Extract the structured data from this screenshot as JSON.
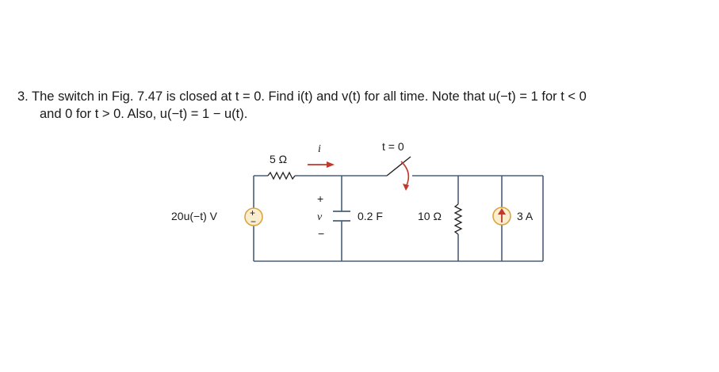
{
  "problem": {
    "line1": "3. The switch in Fig. 7.47 is closed at t = 0. Find i(t) and v(t) for all time. Note that u(−t) = 1 for t < 0",
    "line2": "and 0 for t > 0. Also, u(−t) = 1 − u(t)."
  },
  "circuit": {
    "source_voltage_label": "20u(−t) V",
    "source_plus": "+",
    "source_minus": "−",
    "resistor1_label": "5 Ω",
    "current_label": "i",
    "voltage_plus": "+",
    "voltage_label": "v",
    "voltage_minus": "−",
    "switch_label": "t = 0",
    "capacitor_label": "0.2 F",
    "resistor2_label": "10 Ω",
    "current_source_label": "3 A",
    "colors": {
      "wire": "#4a5f7a",
      "arrow_red": "#c0392b",
      "source_fill": "#fbeecf",
      "source_stroke": "#d9a441"
    }
  }
}
